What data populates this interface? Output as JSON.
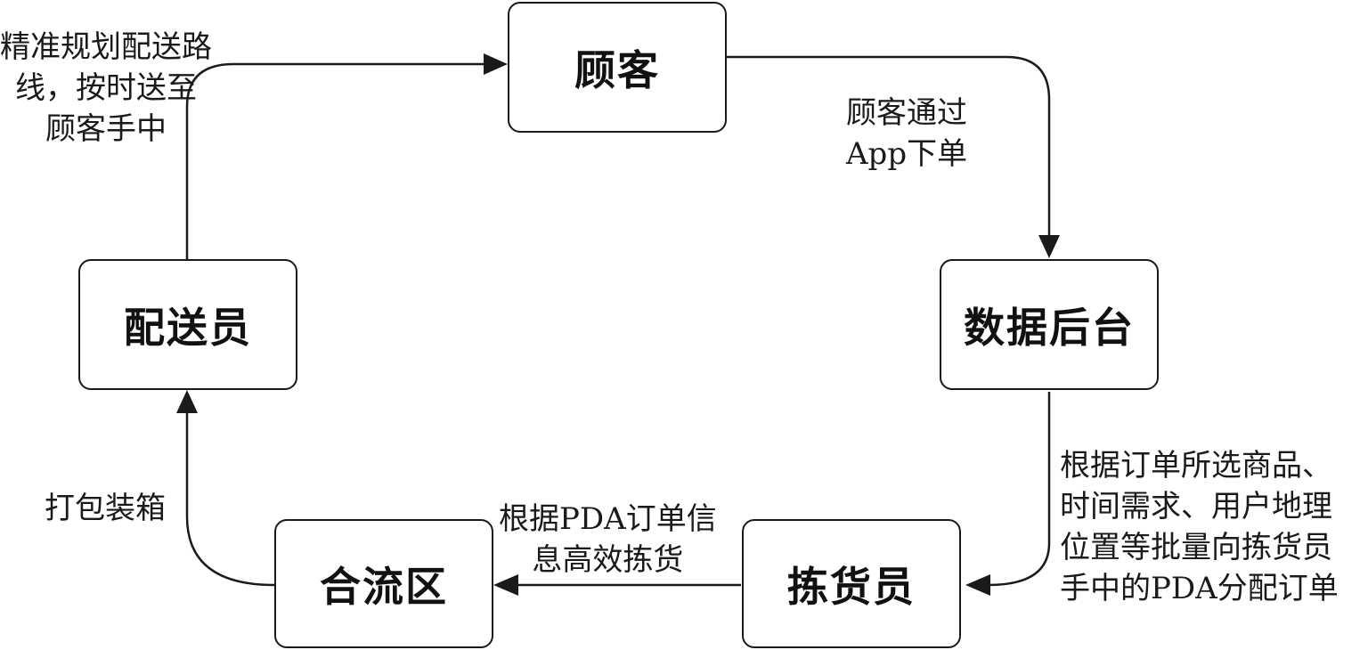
{
  "nodes": {
    "customer": "顾客",
    "backend": "数据后台",
    "picker": "拣货员",
    "merge_area": "合流区",
    "courier": "配送员"
  },
  "edge_labels": {
    "customer_to_backend": [
      "顾客通过",
      "App下单"
    ],
    "backend_to_picker": [
      "根据订单所选商品、",
      "时间需求、用户地理",
      "位置等批量向拣货员",
      "手中的PDA分配订单"
    ],
    "picker_to_merge": [
      "根据PDA订单信",
      "息高效拣货"
    ],
    "merge_to_courier": [
      "打包装箱"
    ],
    "courier_to_customer": [
      "精准规划配送路",
      "线，按时送至",
      "顾客手中"
    ]
  }
}
